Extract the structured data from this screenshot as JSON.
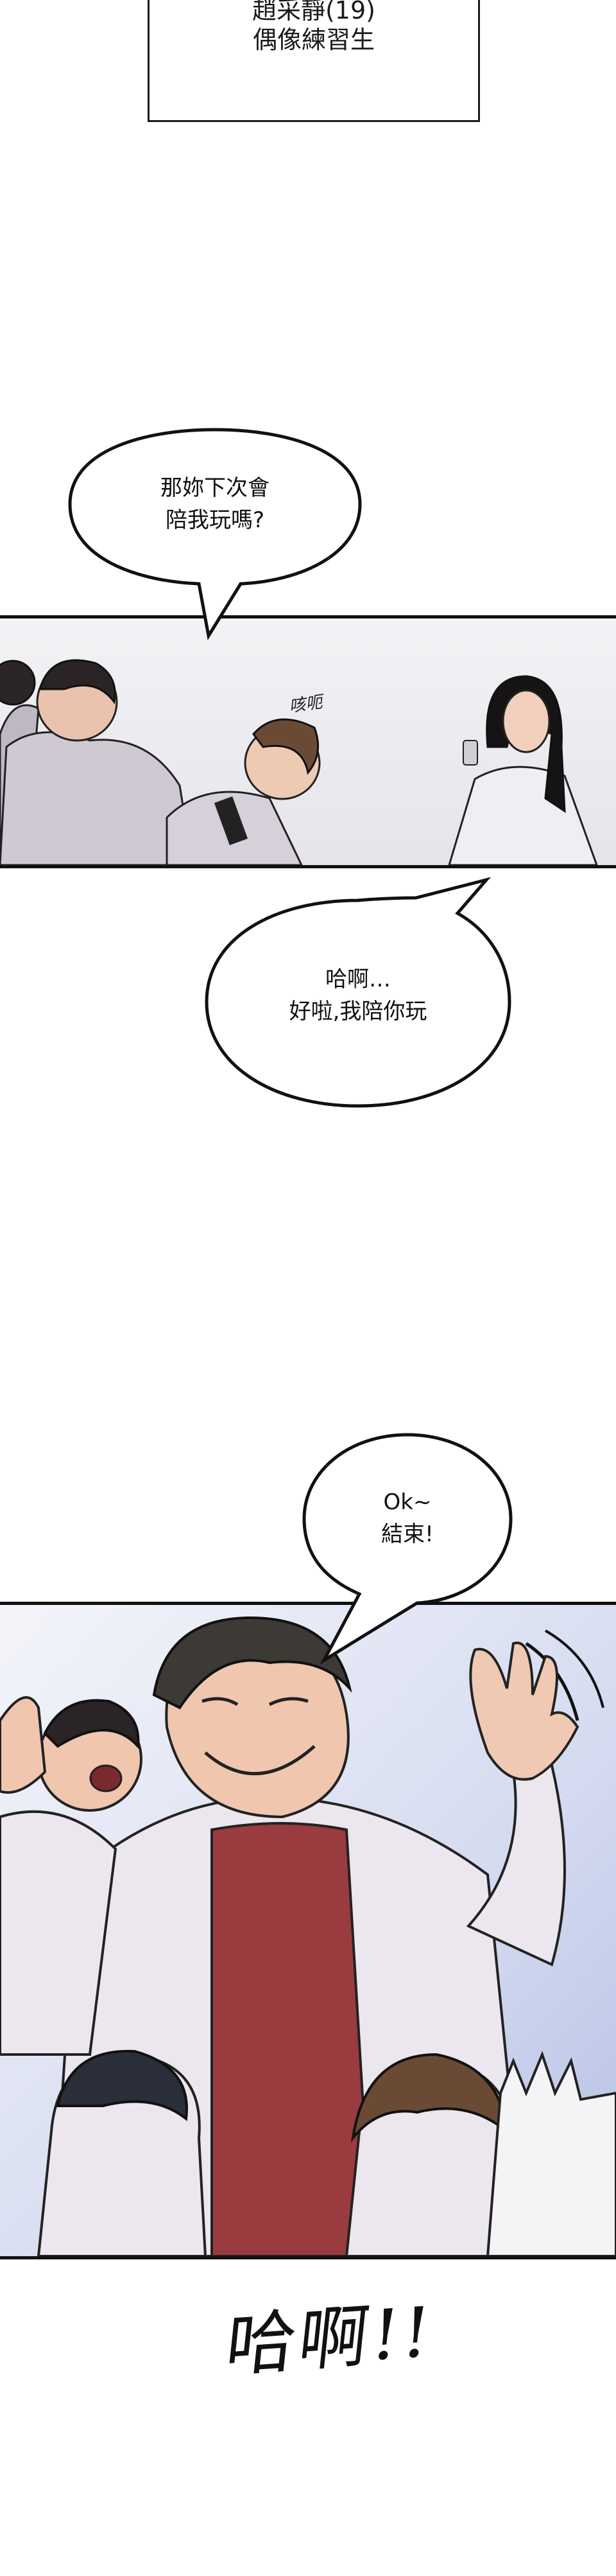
{
  "caption": {
    "name": "趙采靜(19)",
    "role": "偶像練習生"
  },
  "bubbles": {
    "b1": {
      "line1": "那妳下次會",
      "line2": "陪我玩嗎?"
    },
    "b2": {
      "line1": "哈啊…",
      "line2": "好啦,我陪你玩"
    },
    "b3": {
      "line1": "Ok~",
      "line2": "結束!"
    }
  },
  "sfx": {
    "cough": "咳呃",
    "shout": "哈啊!!"
  },
  "colors": {
    "ink": "#111111",
    "paper": "#ffffff",
    "shirt_red": "#9a3b40",
    "shirt_white": "#ece7ee",
    "sky": "#c9d2ec"
  }
}
